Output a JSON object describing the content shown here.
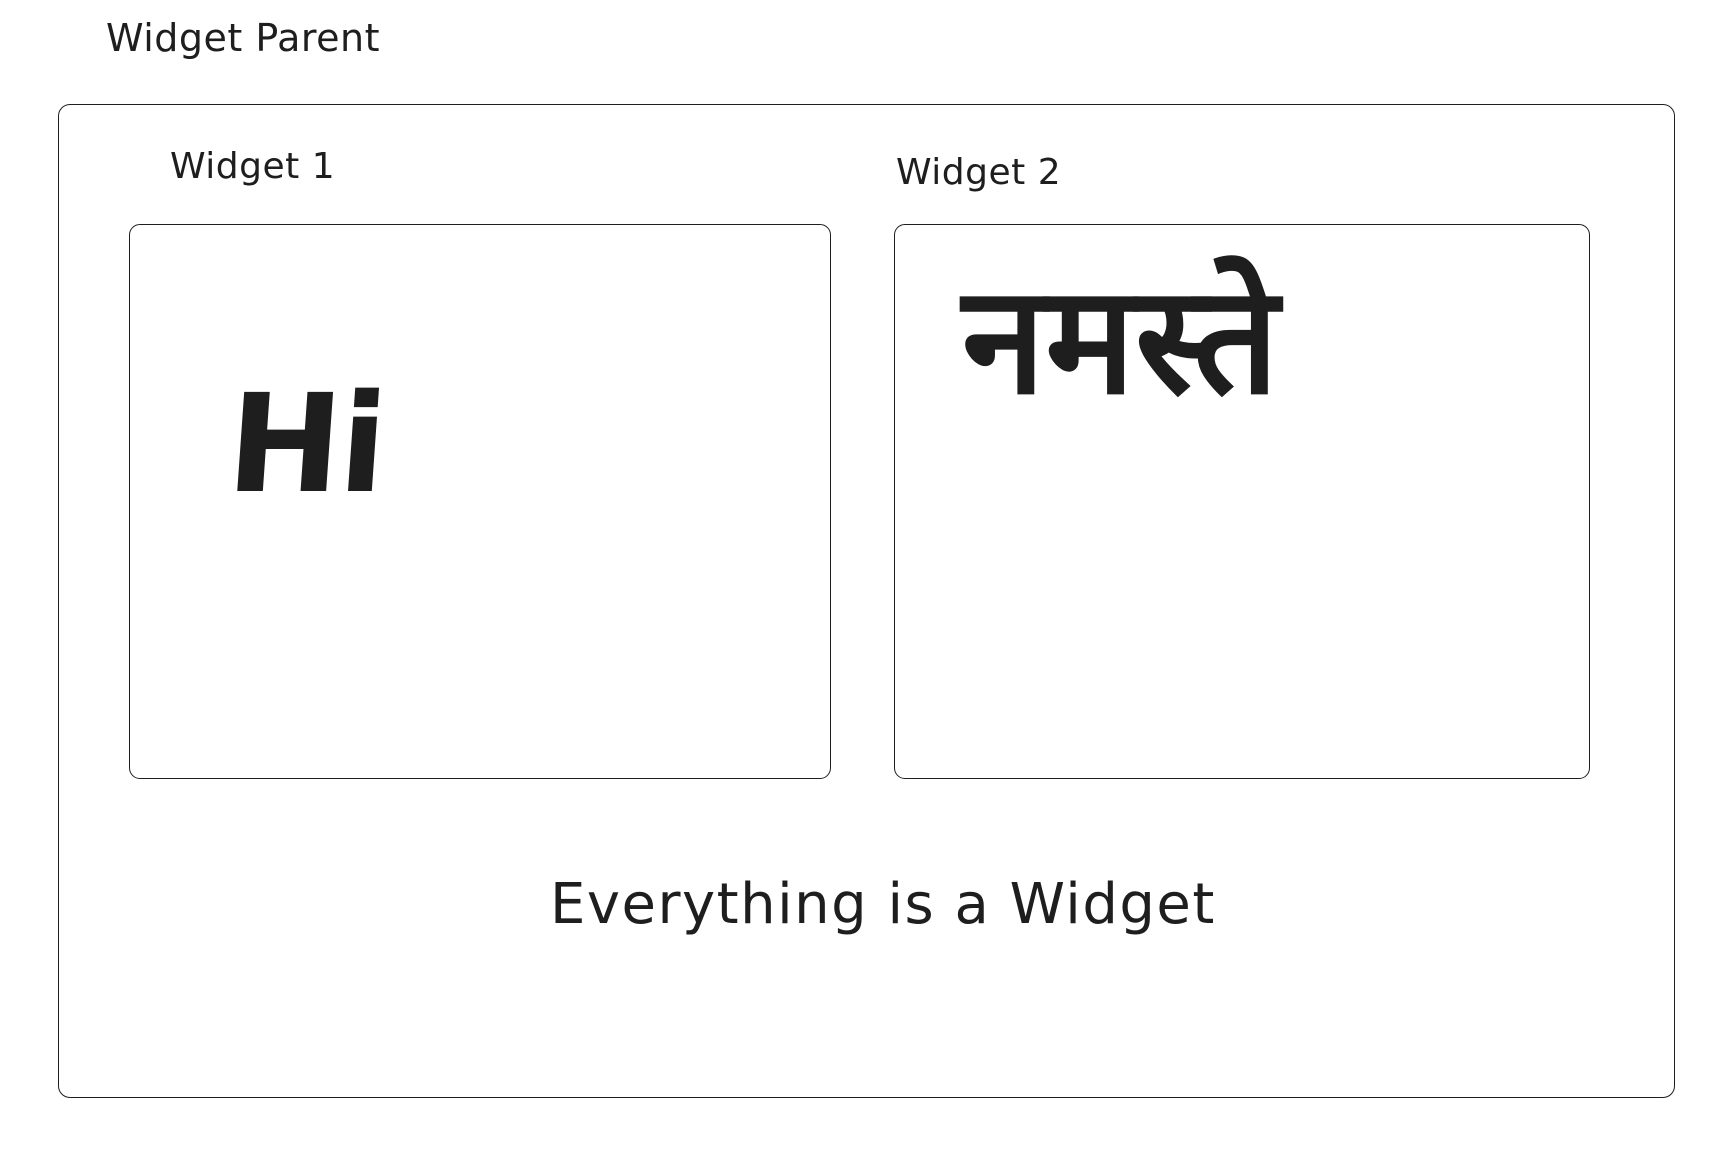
{
  "parent": {
    "label": "Widget Parent",
    "tagline": "Everything is a Widget"
  },
  "widgets": [
    {
      "label": "Widget 1",
      "content": "Hi"
    },
    {
      "label": "Widget 2",
      "content": "नमस्ते"
    }
  ]
}
